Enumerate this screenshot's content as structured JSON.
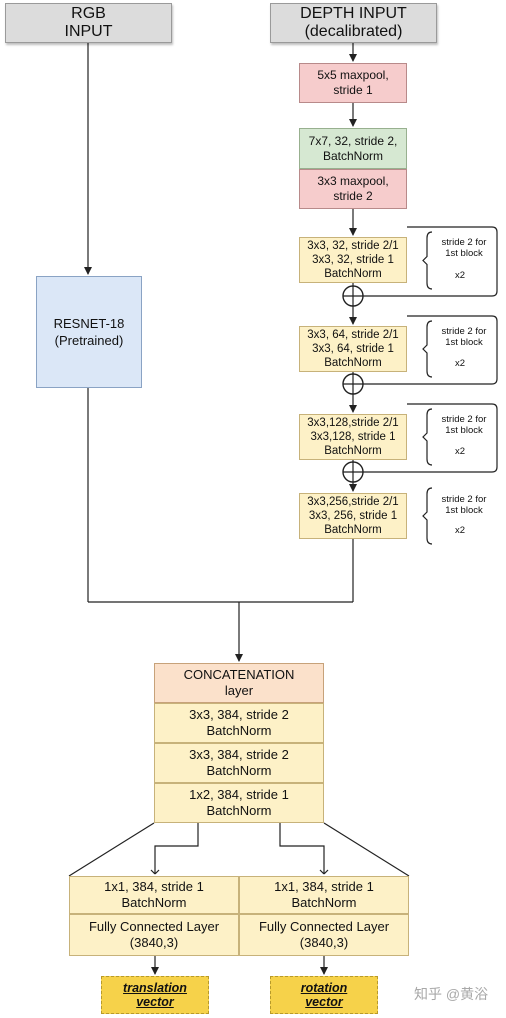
{
  "inputs": {
    "rgb": [
      "RGB",
      "INPUT"
    ],
    "depth": [
      "DEPTH INPUT",
      "(decalibrated)"
    ]
  },
  "resnet": [
    "RESNET-18",
    "(Pretrained)"
  ],
  "depth_branch": {
    "maxpool1": [
      "5x5 maxpool,",
      "stride 1"
    ],
    "conv1": [
      "7x7, 32, stride 2,",
      "BatchNorm"
    ],
    "maxpool2": [
      "3x3 maxpool,",
      "stride 2"
    ],
    "blocks": [
      {
        "lines": [
          "3x3, 32, stride 2/1",
          "3x3, 32, stride 1",
          "BatchNorm"
        ]
      },
      {
        "lines": [
          "3x3, 64, stride 2/1",
          "3x3, 64, stride 1",
          "BatchNorm"
        ]
      },
      {
        "lines": [
          "3x3,128,stride 2/1",
          "3x3,128, stride 1",
          "BatchNorm"
        ]
      },
      {
        "lines": [
          "3x3,256,stride 2/1",
          "3x3, 256, stride 1",
          "BatchNorm"
        ]
      }
    ],
    "block_note": [
      "stride 2 for",
      "1st block"
    ],
    "block_repeat": "x2"
  },
  "fusion": {
    "concat": [
      "CONCATENATION",
      "layer"
    ],
    "layers": [
      [
        "3x3, 384, stride 2",
        "BatchNorm"
      ],
      [
        "3x3, 384, stride 2",
        "BatchNorm"
      ],
      [
        "1x2, 384, stride 1",
        "BatchNorm"
      ]
    ]
  },
  "heads": [
    {
      "conv": [
        "1x1, 384, stride 1",
        "BatchNorm"
      ],
      "fc": [
        "Fully Connected Layer",
        "(3840,3)"
      ],
      "output": [
        "translation",
        "vector"
      ]
    },
    {
      "conv": [
        "1x1, 384, stride 1",
        "BatchNorm"
      ],
      "fc": [
        "Fully Connected Layer",
        "(3840,3)"
      ],
      "output": [
        "rotation",
        "vector"
      ]
    }
  ],
  "watermark": "知乎 @黄浴",
  "colors": {
    "input": "#dcdcdc",
    "maxpool": "#f6cccc",
    "conv": "#d6e8d2",
    "resnet": "#dbe7f7",
    "block": "#fdf1c7",
    "concat": "#fbe1cb",
    "output": "#f6d24a",
    "line": "#222222"
  }
}
